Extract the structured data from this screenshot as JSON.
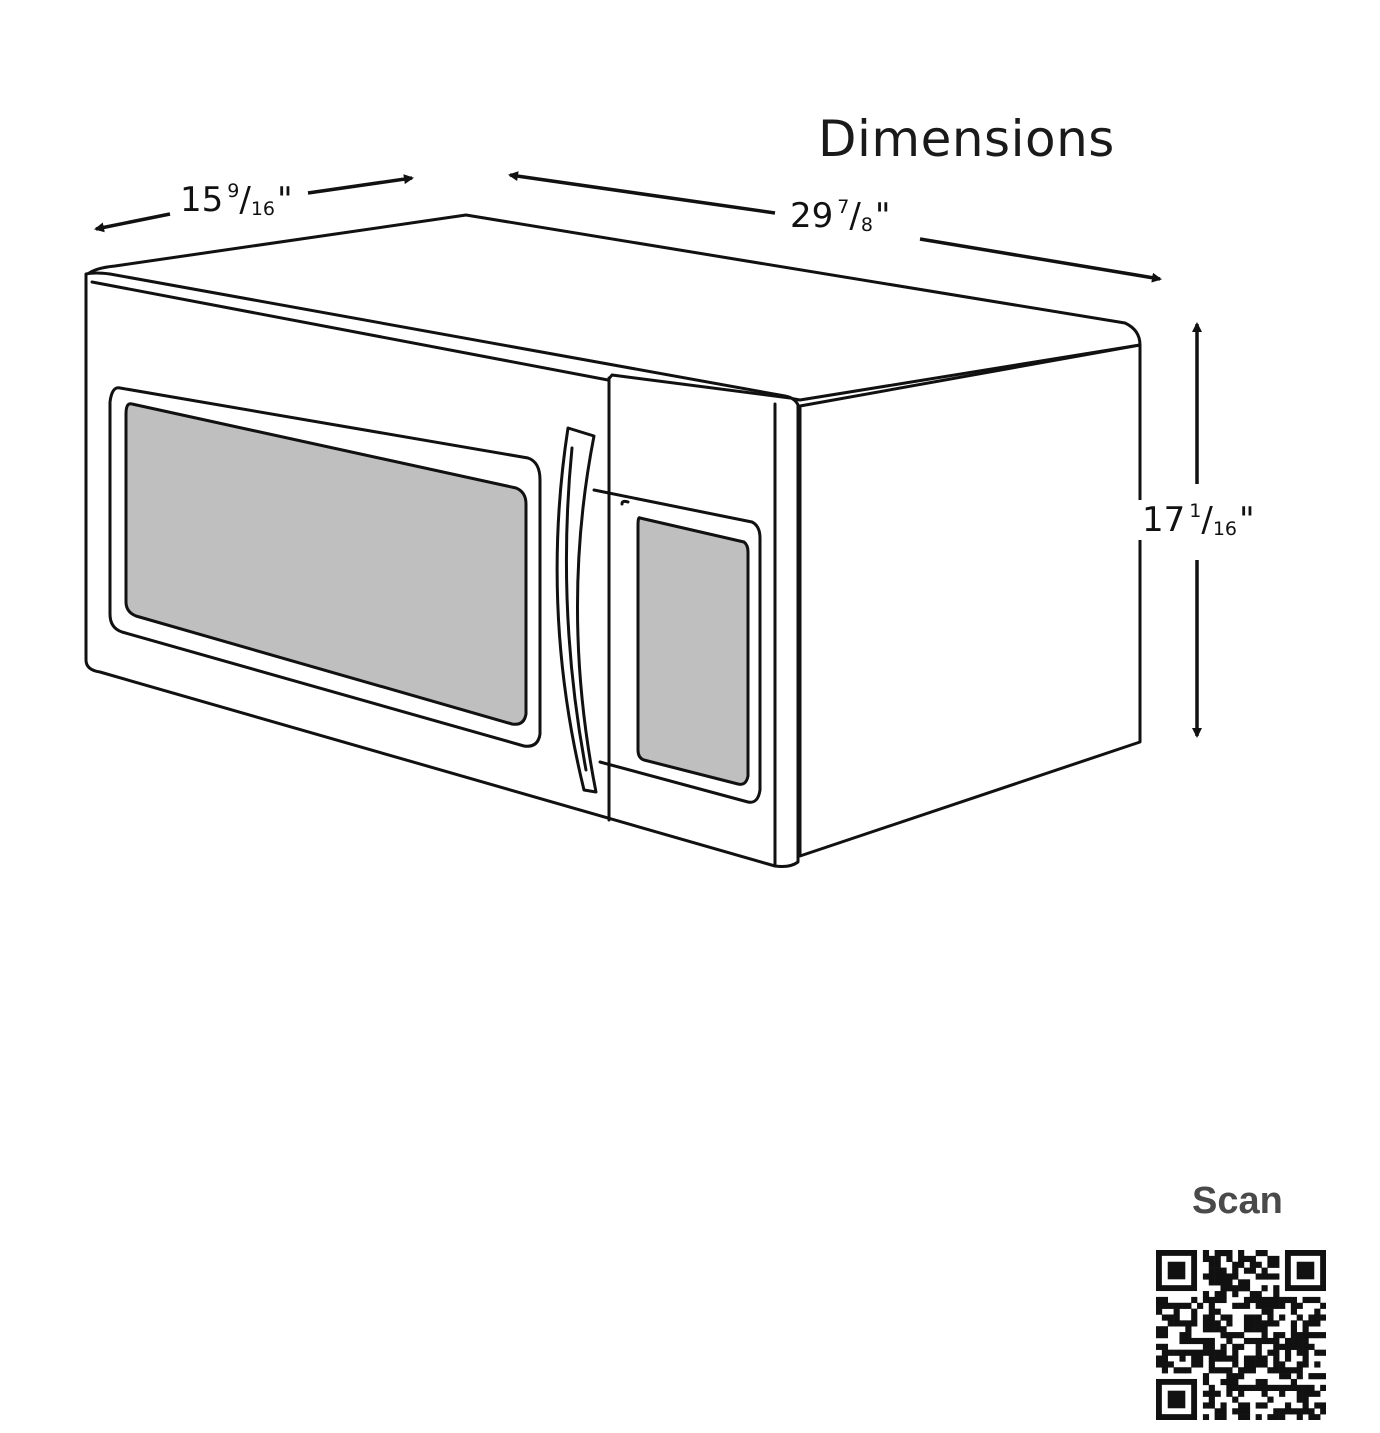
{
  "title": "Dimensions",
  "dimensions": {
    "depth": {
      "whole": "15",
      "num": "9",
      "den": "16",
      "unit": "\""
    },
    "width": {
      "whole": "29",
      "num": "7",
      "den": "8",
      "unit": "\""
    },
    "height": {
      "whole": "17",
      "num": "1",
      "den": "16",
      "unit": "\""
    }
  },
  "scan": {
    "label": "Scan"
  },
  "colors": {
    "outline": "#111111",
    "glass": "#bfbfbf",
    "text": "#1a1a1a",
    "scan_label": "#4a4a4a"
  },
  "icons": {
    "qr": "qr-code-icon"
  }
}
